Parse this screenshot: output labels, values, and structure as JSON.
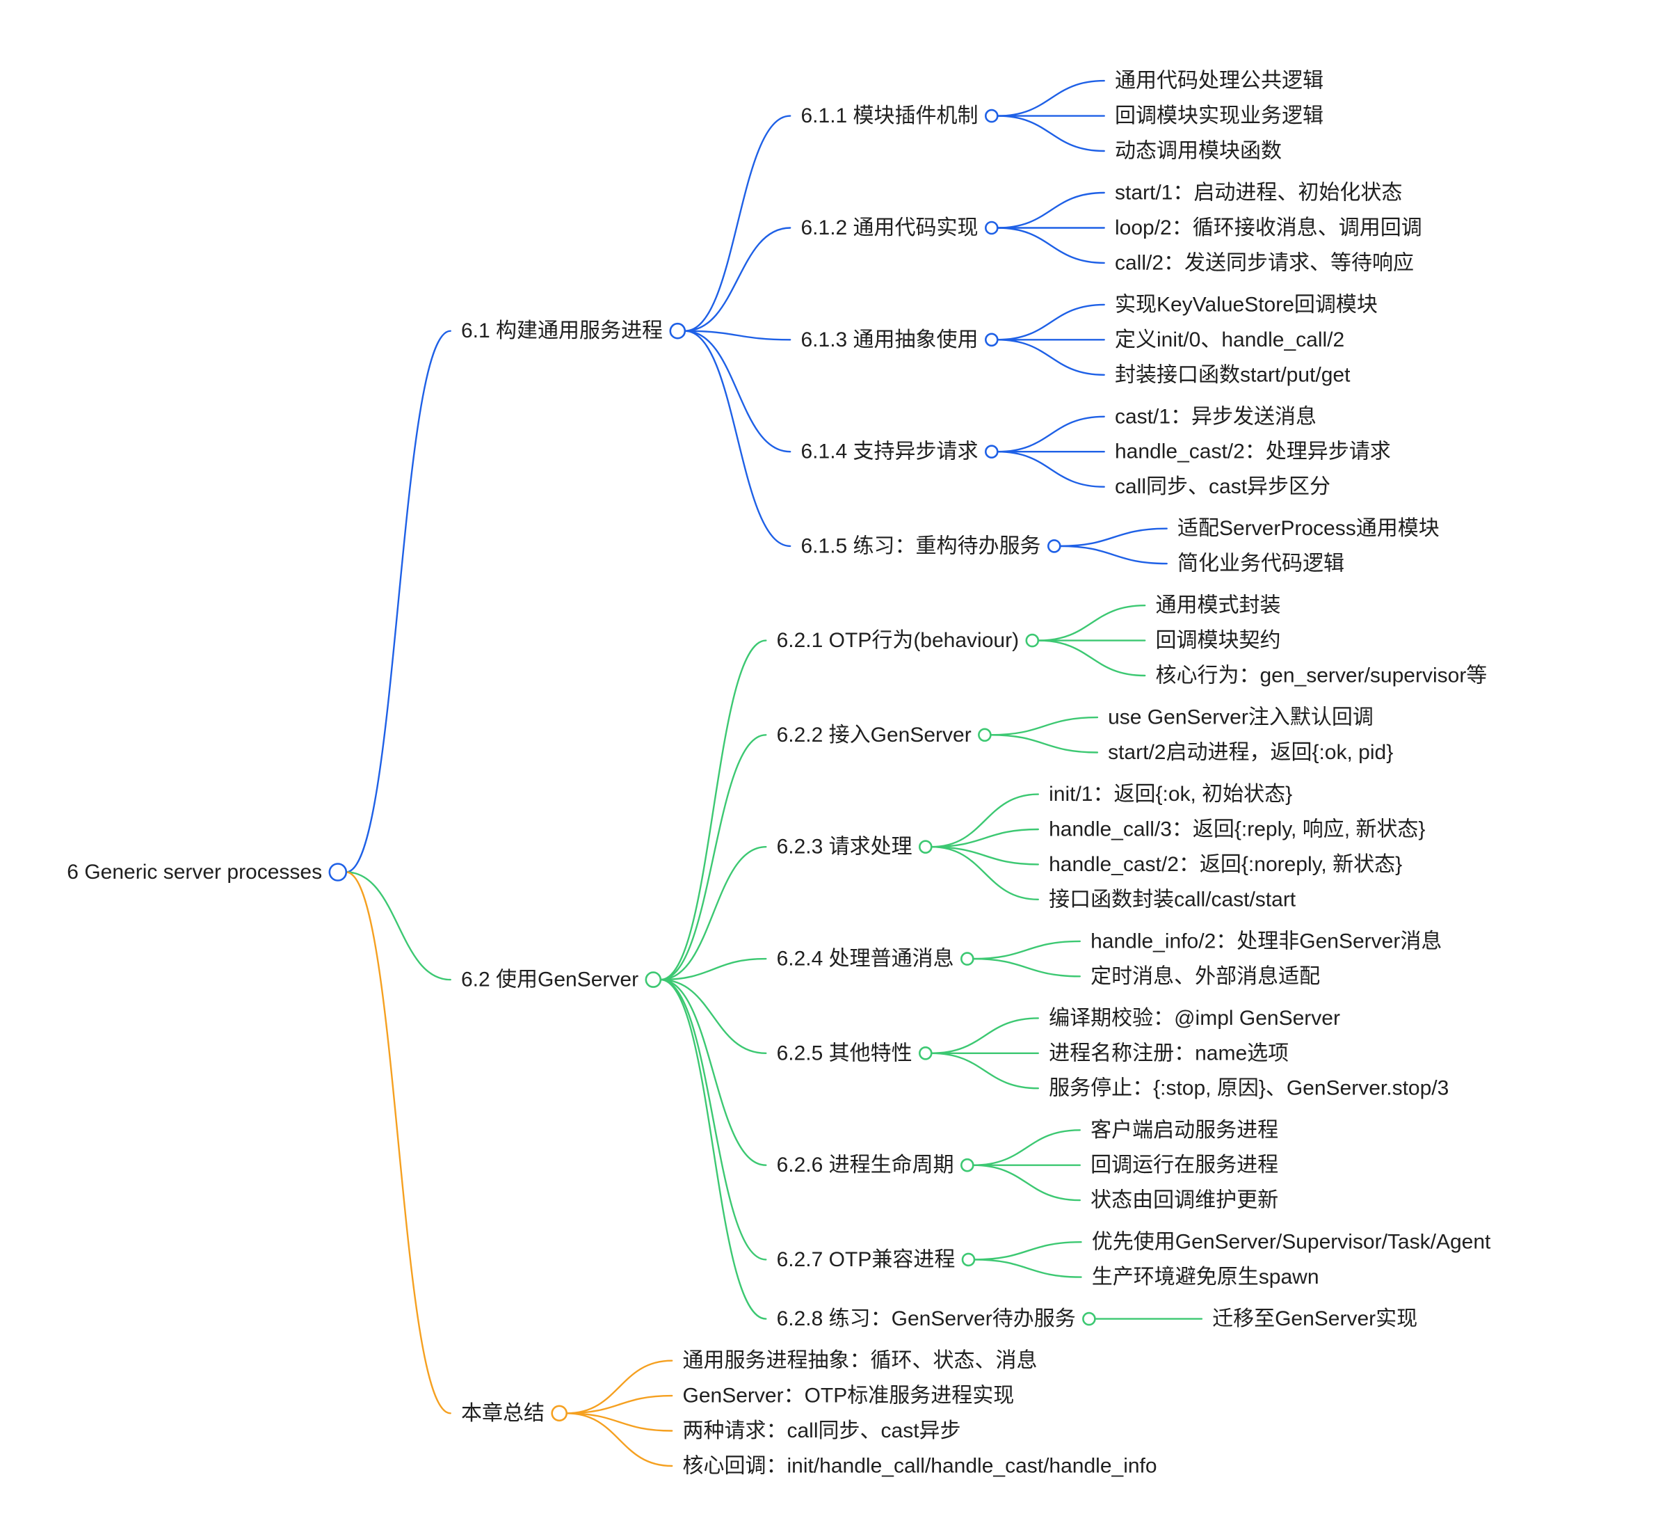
{
  "root": {
    "label": "6 Generic server processes",
    "color": "#1e60e6",
    "children": [
      {
        "label": "6.1 构建通用服务进程",
        "color": "#1e60e6",
        "children": [
          {
            "label": "6.1.1 模块插件机制",
            "children": [
              {
                "label": "通用代码处理公共逻辑"
              },
              {
                "label": "回调模块实现业务逻辑"
              },
              {
                "label": "动态调用模块函数"
              }
            ]
          },
          {
            "label": "6.1.2 通用代码实现",
            "children": [
              {
                "label": "start/1：启动进程、初始化状态"
              },
              {
                "label": "loop/2：循环接收消息、调用回调"
              },
              {
                "label": "call/2：发送同步请求、等待响应"
              }
            ]
          },
          {
            "label": "6.1.3 通用抽象使用",
            "children": [
              {
                "label": "实现KeyValueStore回调模块"
              },
              {
                "label": "定义init/0、handle_call/2"
              },
              {
                "label": "封装接口函数start/put/get"
              }
            ]
          },
          {
            "label": "6.1.4 支持异步请求",
            "children": [
              {
                "label": "cast/1：异步发送消息"
              },
              {
                "label": "handle_cast/2：处理异步请求"
              },
              {
                "label": "call同步、cast异步区分"
              }
            ]
          },
          {
            "label": "6.1.5 练习：重构待办服务",
            "children": [
              {
                "label": "适配ServerProcess通用模块"
              },
              {
                "label": "简化业务代码逻辑"
              }
            ]
          }
        ]
      },
      {
        "label": "6.2 使用GenServer",
        "color": "#3cc872",
        "children": [
          {
            "label": "6.2.1 OTP行为(behaviour)",
            "children": [
              {
                "label": "通用模式封装"
              },
              {
                "label": "回调模块契约"
              },
              {
                "label": "核心行为：gen_server/supervisor等"
              }
            ]
          },
          {
            "label": "6.2.2 接入GenServer",
            "children": [
              {
                "label": "use GenServer注入默认回调"
              },
              {
                "label": "start/2启动进程，返回{:ok, pid}"
              }
            ]
          },
          {
            "label": "6.2.3 请求处理",
            "children": [
              {
                "label": "init/1：返回{:ok, 初始状态}"
              },
              {
                "label": "handle_call/3：返回{:reply, 响应, 新状态}"
              },
              {
                "label": "handle_cast/2：返回{:noreply, 新状态}"
              },
              {
                "label": "接口函数封装call/cast/start"
              }
            ]
          },
          {
            "label": "6.2.4 处理普通消息",
            "children": [
              {
                "label": "handle_info/2：处理非GenServer消息"
              },
              {
                "label": "定时消息、外部消息适配"
              }
            ]
          },
          {
            "label": "6.2.5 其他特性",
            "children": [
              {
                "label": "编译期校验：@impl GenServer"
              },
              {
                "label": "进程名称注册：name选项"
              },
              {
                "label": "服务停止：{:stop, 原因}、GenServer.stop/3"
              }
            ]
          },
          {
            "label": "6.2.6 进程生命周期",
            "children": [
              {
                "label": "客户端启动服务进程"
              },
              {
                "label": "回调运行在服务进程"
              },
              {
                "label": "状态由回调维护更新"
              }
            ]
          },
          {
            "label": "6.2.7 OTP兼容进程",
            "children": [
              {
                "label": "优先使用GenServer/Supervisor/Task/Agent"
              },
              {
                "label": "生产环境避免原生spawn"
              }
            ]
          },
          {
            "label": "6.2.8 练习：GenServer待办服务",
            "children": [
              {
                "label": "迁移至GenServer实现"
              }
            ]
          }
        ]
      },
      {
        "label": "本章总结",
        "color": "#f5a020",
        "children": [
          {
            "label": "通用服务进程抽象：循环、状态、消息"
          },
          {
            "label": "GenServer：OTP标准服务进程实现"
          },
          {
            "label": "两种请求：call同步、cast异步"
          },
          {
            "label": "核心回调：init/handle_call/handle_cast/handle_info"
          }
        ]
      }
    ]
  }
}
